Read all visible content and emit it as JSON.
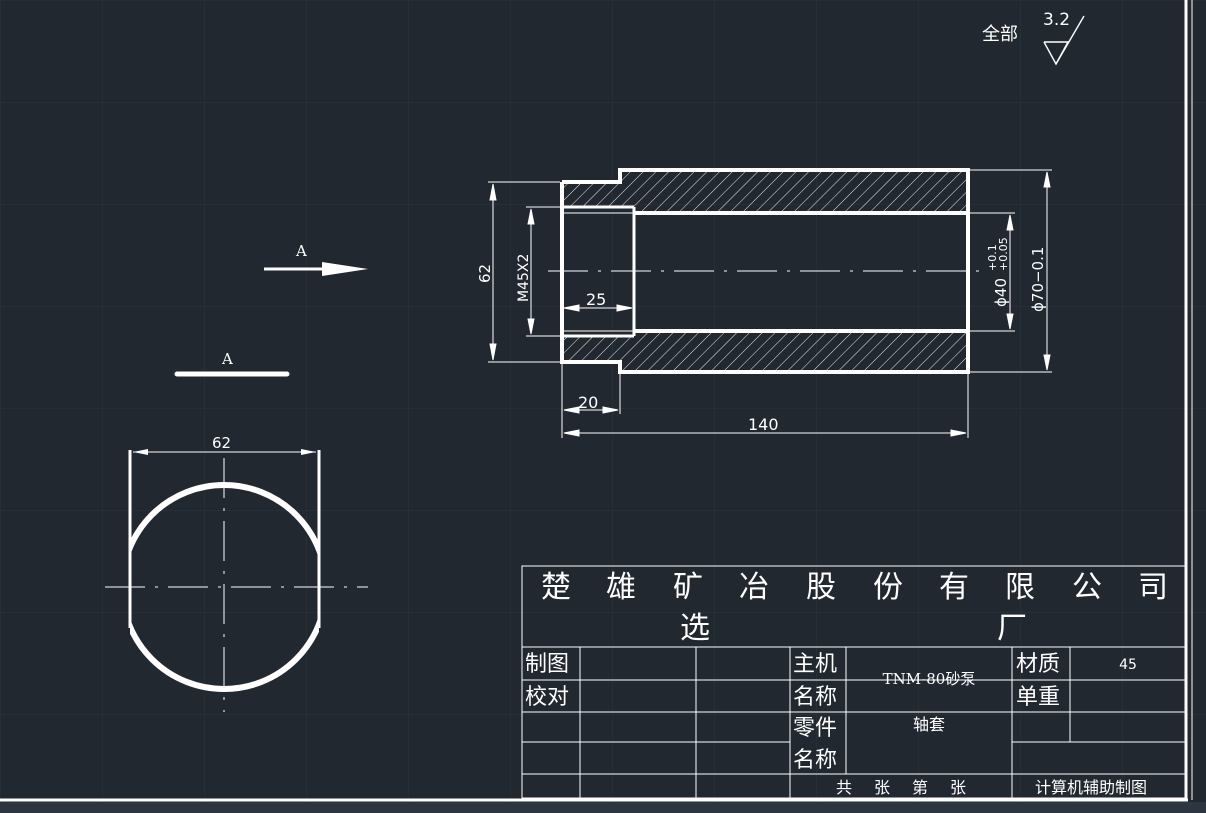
{
  "surface_finish": {
    "label": "全部",
    "value": "3.2"
  },
  "view_a": {
    "arrow_label": "A",
    "section_label": "A"
  },
  "section_view": {
    "dim_overall_length": "140",
    "dim_shoulder_length": "20",
    "dim_thread_depth": "25",
    "dim_shoulder_dia": "62",
    "dim_thread": "M45X2",
    "dim_bore_base": "ϕ40",
    "dim_bore_tol_upper": "+0.1",
    "dim_bore_tol_lower": "+0.05",
    "dim_outer_dia": "ϕ70−0.1"
  },
  "end_view": {
    "dim_flat": "62"
  },
  "title_block": {
    "company": [
      "楚",
      "雄",
      "矿",
      "冶",
      "股",
      "份",
      "有",
      "限",
      "公",
      "司"
    ],
    "dept_left": "选",
    "dept_right": "厂",
    "drawn_by": "制图",
    "checked_by": "校对",
    "machine_label_1": "主机",
    "machine_label_2": "名称",
    "machine_value": "TNM-80砂泵",
    "part_label_1": "零件",
    "part_label_2": "名称",
    "part_value": "轴套",
    "material_label": "材质",
    "material_value": "45",
    "weight_label": "单重",
    "sheets": [
      "共",
      "张",
      "第",
      "张"
    ],
    "footer": "计算机辅助制图"
  },
  "colors": {
    "background": "#212830",
    "grid": "#2c343d",
    "line": "#ffffff"
  }
}
